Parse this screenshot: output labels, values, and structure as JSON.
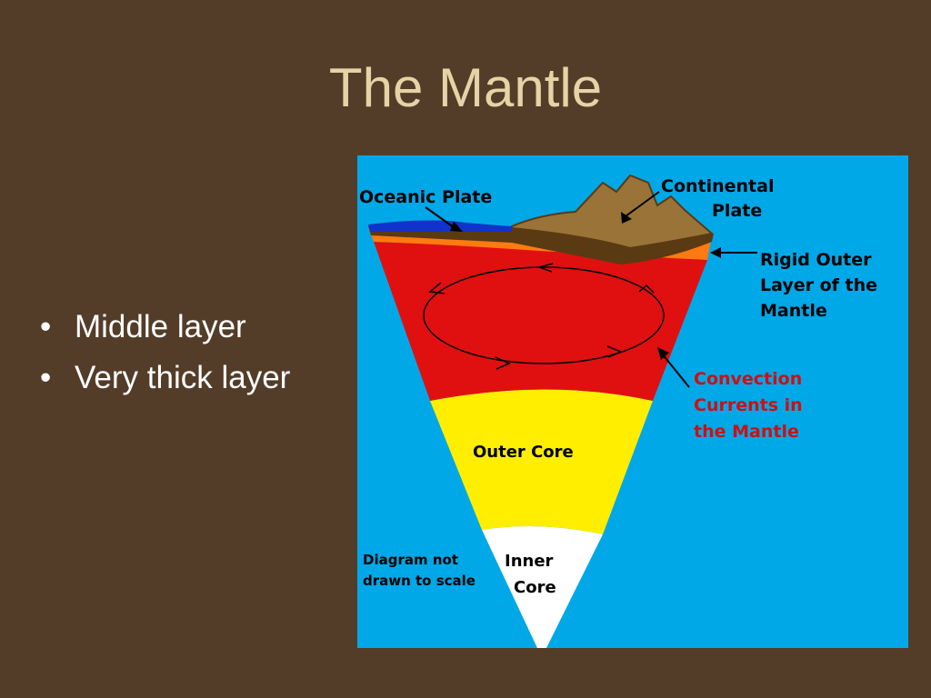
{
  "slide": {
    "title": "The Mantle",
    "bullets": [
      "Middle layer",
      "Very thick layer"
    ]
  },
  "diagram": {
    "labels": {
      "oceanic_plate": "Oceanic Plate",
      "continental_plate": [
        "Continental",
        "Plate"
      ],
      "rigid_outer_layer": [
        "Rigid Outer",
        "Layer of the",
        "Mantle"
      ],
      "convection_currents": [
        "Convection",
        "Currents in",
        "the Mantle"
      ],
      "outer_core": "Outer Core",
      "inner_core": [
        "Inner",
        "Core"
      ],
      "scale_note": [
        "Diagram not",
        "drawn to scale"
      ]
    },
    "colors": {
      "background": "#00a8e8",
      "mantle": "#e01010",
      "outer_core": "#ffee00",
      "inner_core": "#ffffff",
      "rigid_layer": "#ff7a10",
      "crust": "#5a3a12",
      "continent": "#9a7338",
      "ocean": "#1133cc",
      "convection_label": "#cc1111"
    }
  }
}
